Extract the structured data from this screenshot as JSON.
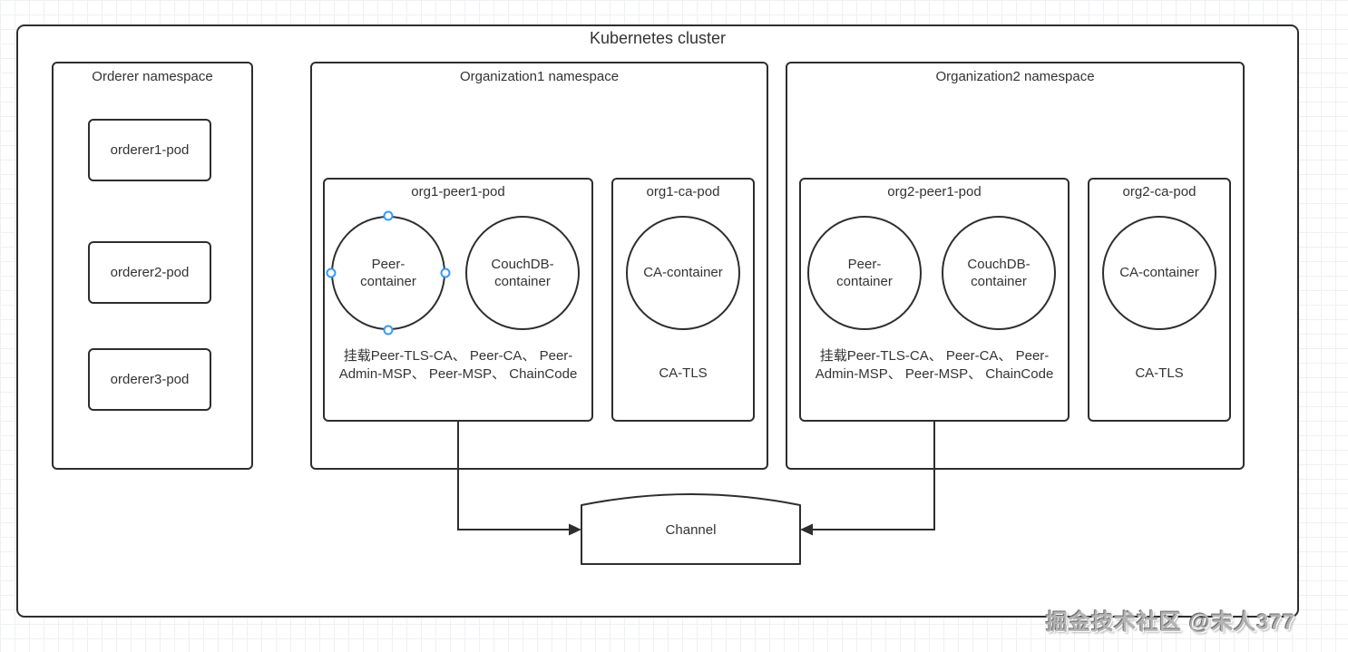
{
  "title": "Kubernetes cluster",
  "watermark": "掘金技术社区 @末人377",
  "orderer_namespace": {
    "title": "Orderer namespace",
    "pods": [
      "orderer1-pod",
      "orderer2-pod",
      "orderer3-pod"
    ]
  },
  "org1": {
    "title": "Organization1 namespace",
    "peer_pod": {
      "title": "org1-peer1-pod",
      "peer_container_label": "Peer-\ncontainer",
      "couchdb_container_label": "CouchDB-\ncontainer",
      "mount_note": "挂载Peer-TLS-CA、 Peer-CA、 Peer-\nAdmin-MSP、 Peer-MSP、 ChainCode"
    },
    "ca_pod": {
      "title": "org1-ca-pod",
      "ca_container_label": "CA-container",
      "note": "CA-TLS"
    }
  },
  "org2": {
    "title": "Organization2 namespace",
    "peer_pod": {
      "title": "org2-peer1-pod",
      "peer_container_label": "Peer-\ncontainer",
      "couchdb_container_label": "CouchDB-\ncontainer",
      "mount_note": "挂载Peer-TLS-CA、 Peer-CA、 Peer-\nAdmin-MSP、 Peer-MSP、 ChainCode"
    },
    "ca_pod": {
      "title": "org2-ca-pod",
      "ca_container_label": "CA-container",
      "note": "CA-TLS"
    }
  },
  "channel": {
    "label": "Channel"
  },
  "colors": {
    "stroke": "#2e2e2e",
    "text": "#333333",
    "connection_handle": "#3399ff",
    "grid": "#eef0f2"
  }
}
